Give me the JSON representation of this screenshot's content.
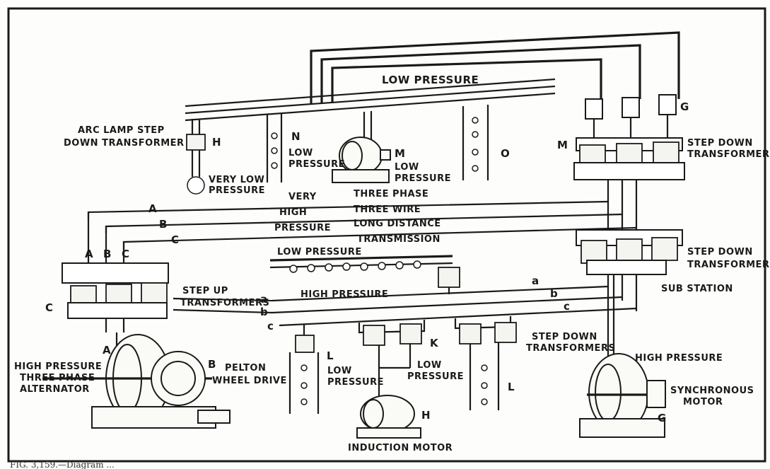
{
  "labels": {
    "low_pressure_top": "LOW PRESSURE",
    "arc_lamp_1": "ARC LAMP STEP",
    "arc_lamp_2": "DOWN TRANSFORMER",
    "h_top": "H",
    "very_low_1": "VERY LOW",
    "very_low_2": "PRESSURE",
    "n": "N",
    "n_low_1": "LOW",
    "n_low_2": "PRESSURE",
    "m_mid": "M",
    "m_low_1": "LOW",
    "m_low_2": "PRESSURE",
    "o": "O",
    "g_top": "G",
    "m_right": "M",
    "step_down_top_1": "STEP DOWN",
    "step_down_top_2": "TRANSFORMERS",
    "very": "VERY",
    "high": "HIGH",
    "pressure": "PRESSURE",
    "three_phase": "THREE PHASE",
    "three_wire": "THREE WIRE",
    "long_distance": "LONG DISTANCE",
    "transmission": "TRANSMISSION",
    "A_line": "A",
    "B_line": "B",
    "C_line": "C",
    "A_col": "A",
    "B_col": "B",
    "C_col": "C",
    "step_down_mid_1": "STEP DOWN",
    "step_down_mid_2": "TRANSFORMERS",
    "sub_station": "SUB STATION",
    "low_pressure_mid": "LOW PRESSURE",
    "C_left": "C",
    "step_up_1": "STEP UP",
    "step_up_2": "TRANSFORMERS",
    "a_line": "a",
    "b_line": "b",
    "c_line": "c",
    "high_pressure_mid": "HIGH PRESSURE",
    "a_right": "a",
    "b_right": "b",
    "c_right": "c",
    "step_down_low_1": "STEP DOWN",
    "step_down_low_2": "TRANSFORMERS",
    "A_alt": "A",
    "hp_alt_1": "HIGH PRESSURE",
    "hp_alt_2": "THREE PHASE",
    "hp_alt_3": "ALTERNATOR",
    "B_pelton": "B",
    "pelton_1": "PELTON",
    "pelton_2": "WHEEL DRIVE",
    "L_left": "L",
    "l_low_1": "LOW",
    "l_low_2": "PRESSURE",
    "K": "K",
    "k_low_1": "LOW",
    "k_low_2": "PRESSURE",
    "L_right": "L",
    "H_ind": "H",
    "induction_motor": "INDUCTION MOTOR",
    "high_pressure_right": "HIGH PRESSURE",
    "sync_1": "SYNCHRONOUS",
    "sync_2": "MOTOR",
    "G_sync": "G"
  },
  "caption": "FIG. 3,159.—Diagram ..."
}
